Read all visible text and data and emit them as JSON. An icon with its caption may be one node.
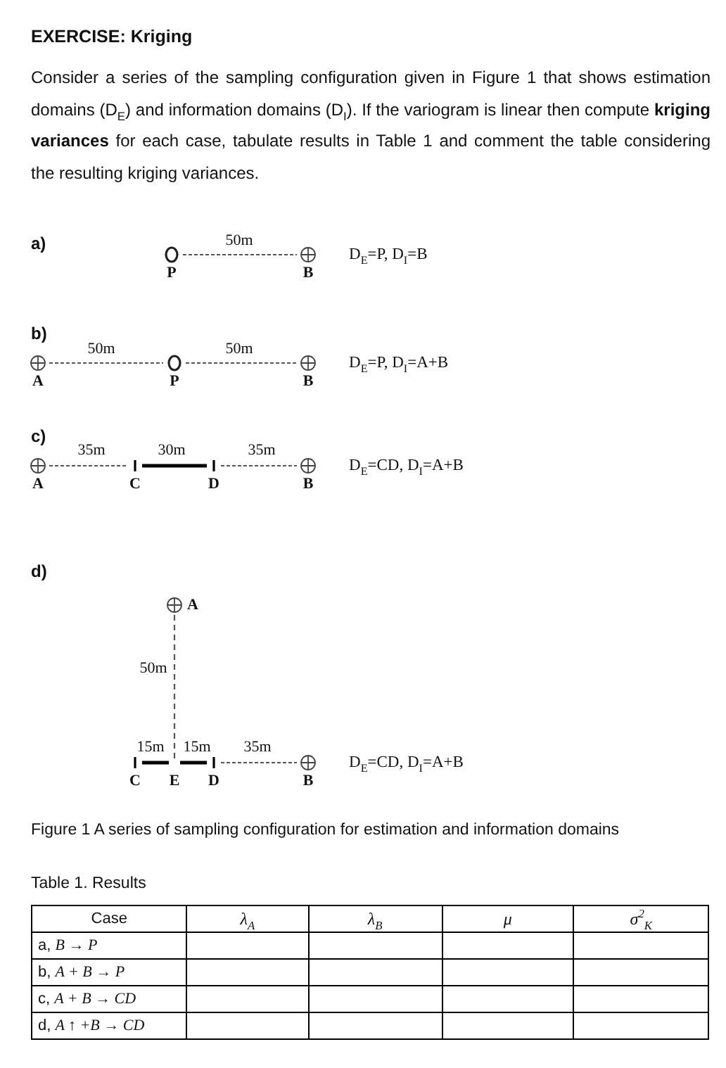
{
  "diagram": {
    "title": "EXERCISE: Kriging",
    "caption": "Figure 1 A series of sampling configuration for estimation and information domains",
    "nodes": [
      {
        "text": [
          "P"
        ]
      },
      {
        "text": [
          "B"
        ]
      },
      {
        "text": [
          "A"
        ]
      },
      {
        "text": [
          "P"
        ]
      },
      {
        "text": [
          "B"
        ]
      },
      {
        "text": [
          "A"
        ]
      },
      {
        "text": [
          "C"
        ]
      },
      {
        "text": [
          "D"
        ]
      },
      {
        "text": [
          "B"
        ]
      },
      {
        "text": [
          "A"
        ]
      },
      {
        "text": [
          "C"
        ]
      },
      {
        "text": [
          "E"
        ]
      },
      {
        "text": [
          "D"
        ]
      },
      {
        "text": [
          "B"
        ]
      }
    ],
    "edges": [
      {
        "from": 0,
        "to": 1,
        "arrow": "none",
        "label": "50m",
        "style": "dashed"
      },
      {
        "from": 2,
        "to": 3,
        "arrow": "none",
        "label": "50m",
        "style": "dashed"
      },
      {
        "from": 3,
        "to": 4,
        "arrow": "none",
        "label": "50m",
        "style": "dashed"
      },
      {
        "from": 5,
        "to": 6,
        "arrow": "none",
        "label": "35m",
        "style": "dashed"
      },
      {
        "from": 6,
        "to": 7,
        "arrow": "none",
        "label": "30m",
        "style": "thick"
      },
      {
        "from": 7,
        "to": 8,
        "arrow": "none",
        "label": "35m",
        "style": "dashed"
      },
      {
        "from": 9,
        "to": 11,
        "arrow": "none",
        "label": "50m",
        "style": "dashed"
      },
      {
        "from": 10,
        "to": 11,
        "arrow": "none",
        "label": "15m",
        "style": "thick"
      },
      {
        "from": 11,
        "to": 12,
        "arrow": "none",
        "label": "15m",
        "style": "thick"
      },
      {
        "from": 12,
        "to": 13,
        "arrow": "none",
        "label": "35m",
        "style": "dashed"
      }
    ],
    "labels": [
      "Consider a series of the sampling configuration given in Figure 1 that shows estimation domains (D$_{E}$) and information domains (D$_{I}$). If the variogram is linear then compute **kriging variances** for each case, tabulate results in Table 1 and comment the table considering the resulting kriging variances.",
      "a)",
      "D$_{E}$=P, D$_{I}$=B",
      "b)",
      "D$_{E}$=P, D$_{I}$=A+B",
      "c)",
      "D$_{E}$=CD, D$_{I}$=A+B",
      "d)",
      "D$_{E}$=CD, D$_{I}$=A+B",
      "Table 1. Results",
      "Case",
      "λ$_{A}$",
      "λ$_{B}$",
      "μ",
      "σ$^{2}$$_{K}$",
      "a, *B → P*",
      "b, *A + B → P*",
      "c, *A + B → CD*",
      "d, *A ↑ +B → CD*"
    ]
  }
}
